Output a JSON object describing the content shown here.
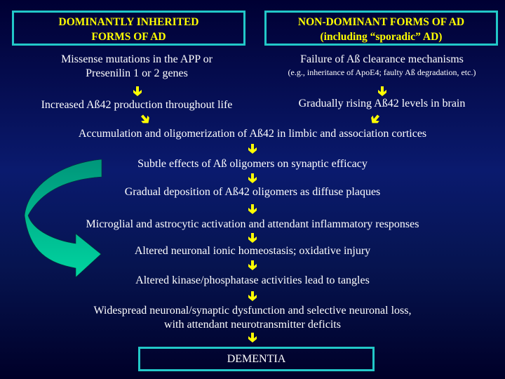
{
  "left_header": {
    "line1": "DOMINANTLY INHERITED",
    "line2": "FORMS OF AD"
  },
  "right_header": {
    "line1": "NON-DOMINANT FORMS OF AD",
    "line2": "(including “sporadic” AD)"
  },
  "left_branch": {
    "step1_line1": "Missense mutations in the APP or",
    "step1_line2": "Presenilin 1 or 2 genes",
    "step2": "Increased Aß42  production throughout life"
  },
  "right_branch": {
    "step1": "Failure of Aß clearance mechanisms",
    "step1_note": "(e.g., inheritance of ApoE4; faulty Aß degradation, etc.)",
    "step2": "Gradually rising Aß42 levels in brain"
  },
  "cascade": [
    "Accumulation and oligomerization of Aß42 in limbic and association cortices",
    "Subtle effects of Aß oligomers on synaptic efficacy",
    "Gradual deposition of Aß42 oligomers as diffuse plaques",
    "Microglial and astrocytic activation and attendant inflammatory responses",
    "Altered neuronal ionic homeostasis; oxidative injury",
    "Altered kinase/phosphatase activities lead to tangles"
  ],
  "final_step": {
    "line1": "Widespread neuronal/synaptic dysfunction and selective neuronal loss,",
    "line2": "with attendant neurotransmitter deficits"
  },
  "outcome": "DEMENTIA",
  "colors": {
    "box_border": "#22c8c8",
    "header_text": "#ffff00",
    "arrow": "#ffff00",
    "loop_arrow": "#00c896",
    "body_text": "#ffffff"
  }
}
